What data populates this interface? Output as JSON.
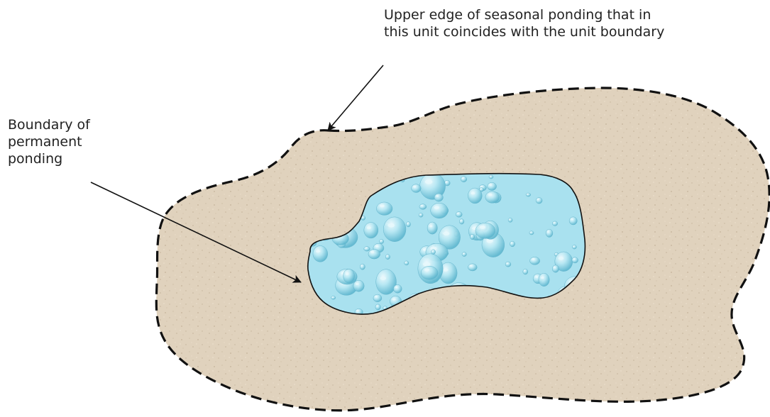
{
  "colors": {
    "sand": "#e0d2bd",
    "sand_speckle": "#c4b39a",
    "water": "#a9e1ef",
    "water_highlight": "#e8f8fc",
    "water_shadow": "#6fc3d8",
    "outline": "#111111"
  },
  "annotations": {
    "seasonal_boundary": {
      "line1": "Upper edge of seasonal ponding that in",
      "line2": "this unit coincides with the unit boundary"
    },
    "permanent_boundary": {
      "line1": "Boundary of",
      "line2": "permanent",
      "line3": "ponding"
    }
  }
}
